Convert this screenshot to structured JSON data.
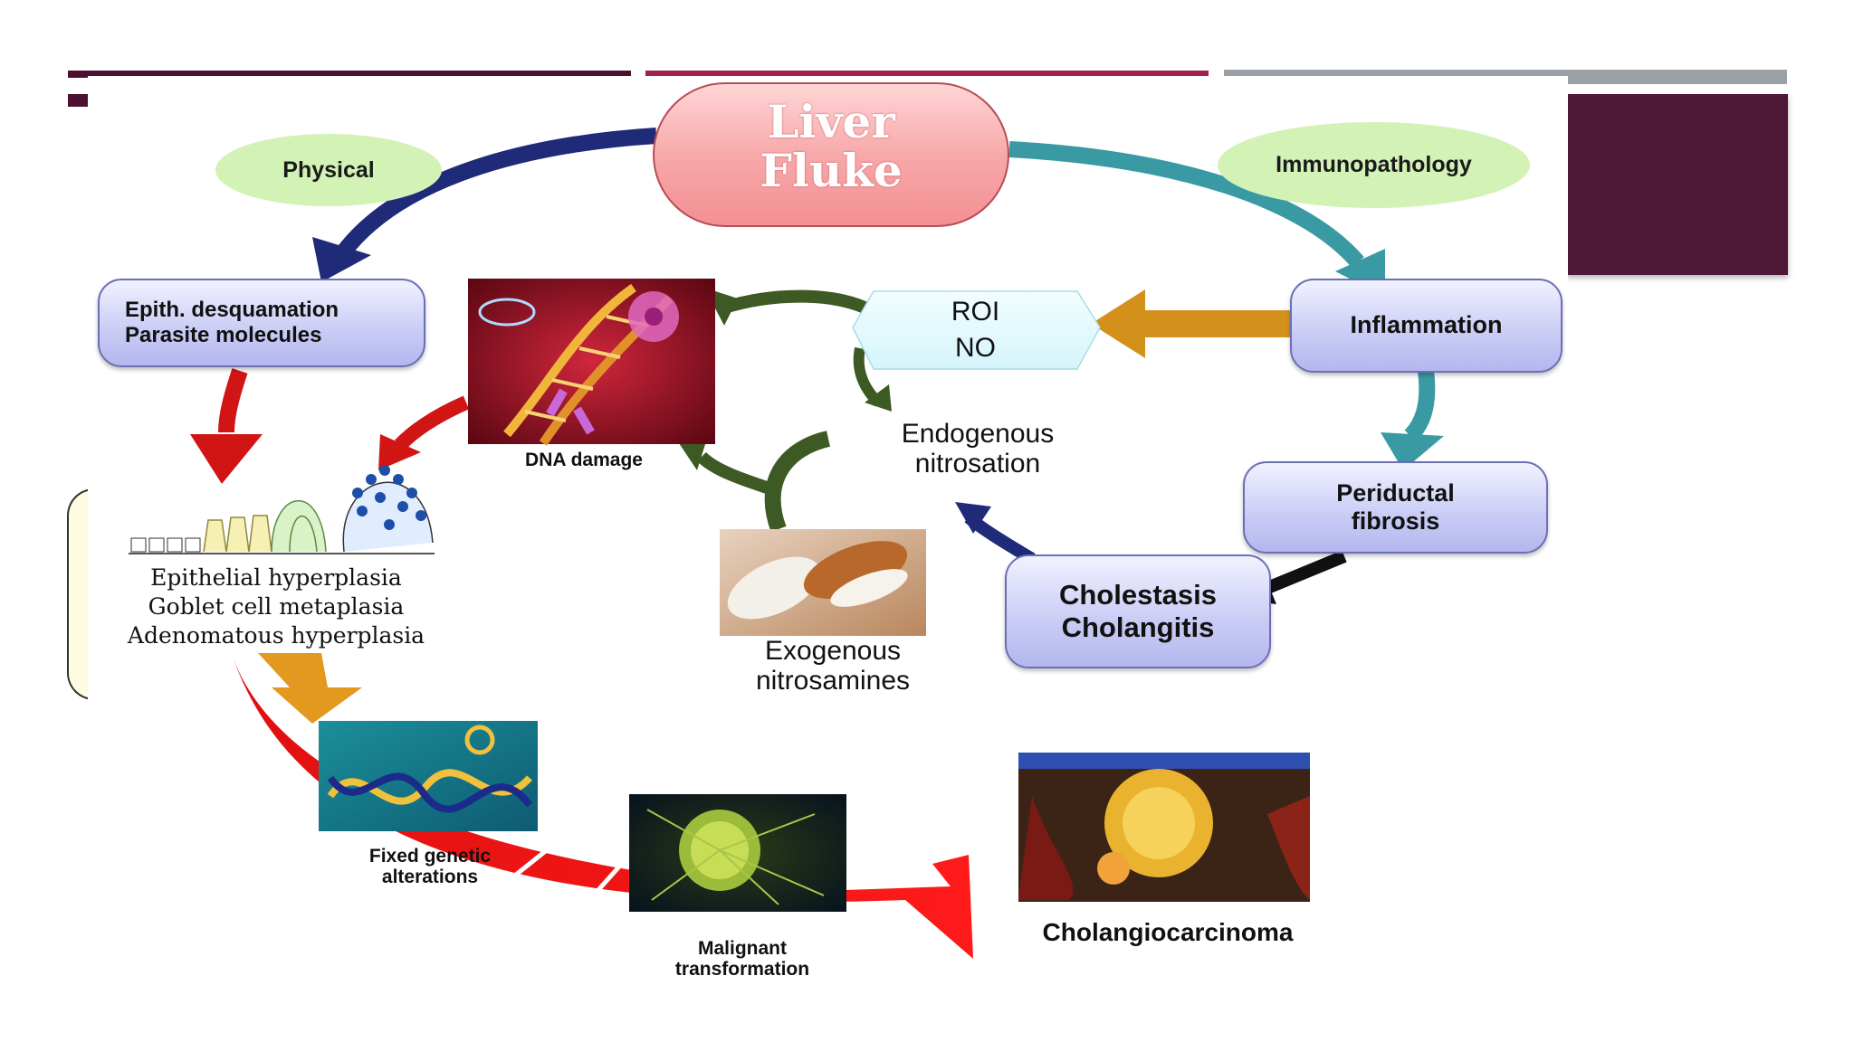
{
  "diagram": {
    "center": {
      "line1": "Liver",
      "line2": "Fluke"
    },
    "pathways": {
      "left": "Physical",
      "right": "Immunopathology"
    },
    "boxes": {
      "epith": {
        "line1": "Epith. desquamation",
        "line2": "Parasite molecules"
      },
      "inflammation": {
        "label": "Inflammation"
      },
      "periductal": {
        "line1": "Periductal",
        "line2": "fibrosis"
      },
      "cholestasis": {
        "line1": "Cholestasis",
        "line2": "Cholangitis"
      }
    },
    "roi": {
      "line1": "ROI",
      "line2": "NO"
    },
    "endogenous": {
      "line1": "Endogenous",
      "line2": "nitrosation"
    },
    "exogenous": {
      "line1": "Exogenous",
      "line2": "nitrosamines"
    },
    "dna_damage": "DNA damage",
    "epithelial": {
      "line1": "Epithelial hyperplasia",
      "line2": "Goblet cell metaplasia",
      "line3": "Adenomatous hyperplasia"
    },
    "fixed": {
      "line1": "Fixed genetic",
      "line2": "alterations"
    },
    "malignant": {
      "line1": "Malignant",
      "line2": "transformation"
    },
    "cholangiocarcinoma": "Cholangiocarcinoma"
  },
  "colors": {
    "bar_dark": "#4c1130",
    "bar_pink": "#a3204f",
    "bar_gray": "#9aa0a6",
    "maroon_block": "#4e1836",
    "arrow_navy": "#1f2a78",
    "arrow_teal": "#3a9aa3",
    "arrow_red": "#d11515",
    "arrow_orange": "#d3911b",
    "arrow_green": "#3d5a24",
    "oval_green": "#d3f2b6",
    "box_fill": "#c9cbf5"
  }
}
